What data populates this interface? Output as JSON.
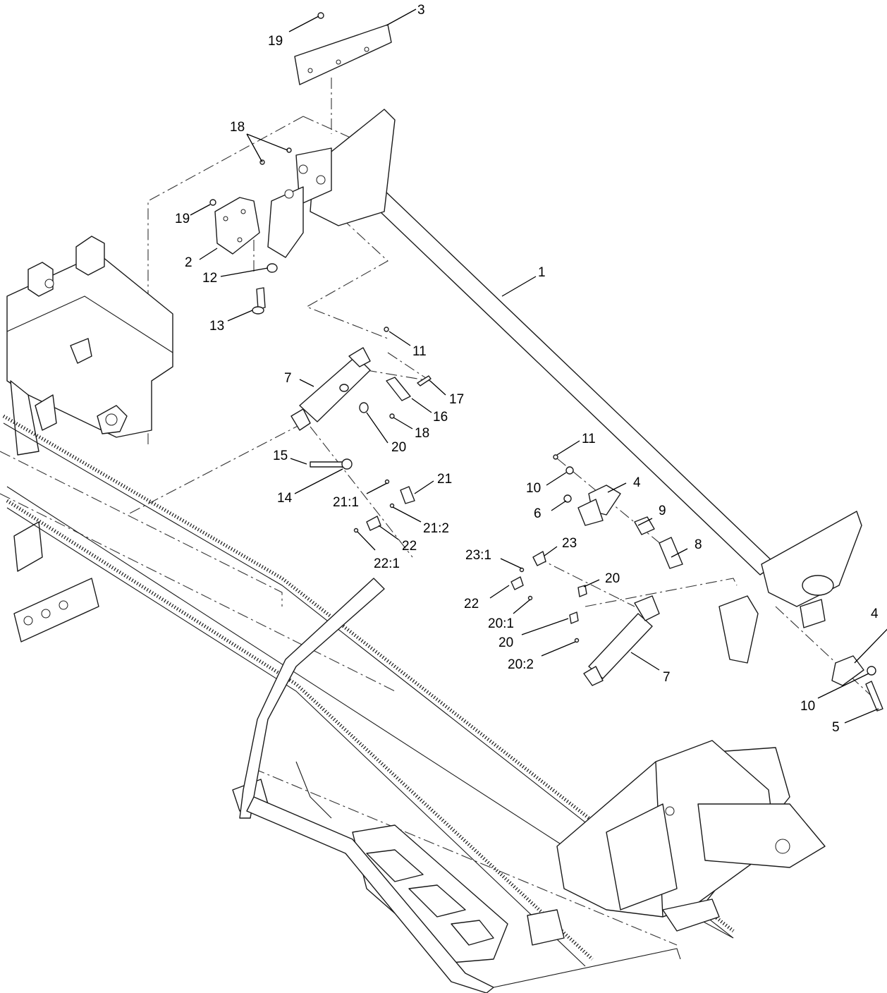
{
  "callouts": [
    "19",
    "3",
    "18",
    "19",
    "2",
    "12",
    "13",
    "1",
    "11",
    "7",
    "17",
    "16",
    "18",
    "20",
    "15",
    "14",
    "21",
    "21:1",
    "21:2",
    "22",
    "22:1",
    "11",
    "10",
    "4",
    "6",
    "9",
    "8",
    "23:1",
    "23",
    "20",
    "22",
    "20:1",
    "20",
    "20:2",
    "7",
    "4",
    "10",
    "5"
  ]
}
